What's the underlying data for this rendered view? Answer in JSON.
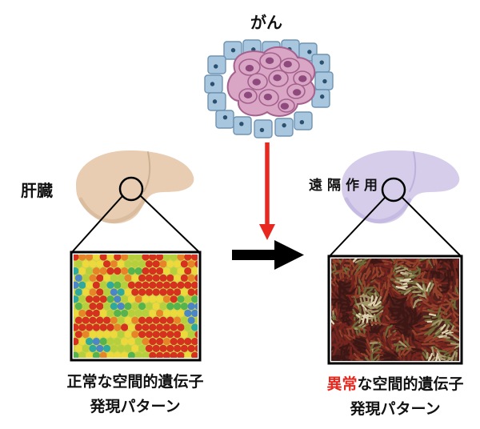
{
  "header": {
    "cancer_label": "がん"
  },
  "left": {
    "organ_label": "肝臓",
    "caption_line1": "正常な空間的遺伝子",
    "caption_line2": "発現パターン"
  },
  "arrow": {
    "remote_action_label": "遠隔作用"
  },
  "right": {
    "caption_line1_highlight": "異常",
    "caption_line1_rest": "な空間的遺伝子",
    "caption_line2": "発現パターン"
  },
  "colors": {
    "accent_red": "#e8281e",
    "arrow_black": "#000000",
    "liver_normal_fill": "#e8cdb2",
    "liver_normal_crease": "#b99878",
    "liver_normal_shade": "#c9a884",
    "liver_abnormal_fill": "#d6cdea",
    "liver_abnormal_crease": "#a99cd0",
    "liver_abnormal_shade": "#b2a3d8",
    "tumor_cell_fill": "#d9a6c6",
    "tumor_cell_stroke": "#a5618d",
    "tumor_nucleus_fill": "#8e4a7c",
    "normal_tissue_cell_fill": "#a8c6de",
    "normal_tissue_cell_stroke": "#6e93b3",
    "normal_tissue_nucleus": "#2c5070",
    "normal_pattern_bg": "#cdd24e",
    "normal_pattern_palette": [
      "#d6301f",
      "#e88428",
      "#edd93b",
      "#b5cf3d",
      "#55b44e",
      "#2fa89d",
      "#4a86c8"
    ],
    "abnormal_pattern_bg": "#4f201c",
    "abnormal_pattern_palette": [
      "#3c1714",
      "#75251e",
      "#93402a",
      "#6d6a38",
      "#a4976a",
      "#ddd2ae"
    ]
  }
}
